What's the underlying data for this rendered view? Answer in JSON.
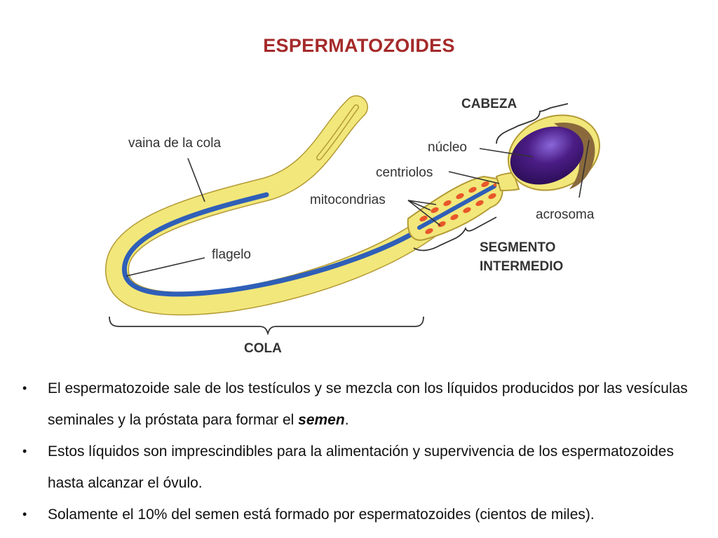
{
  "title": "ESPERMATOZOIDES",
  "diagram": {
    "labels": {
      "cabeza": "CABEZA",
      "nucleo": "núcleo",
      "centriolos": "centriolos",
      "vaina": "vaina de la cola",
      "mitocondrias": "mitocondrias",
      "acrosoma": "acrosoma",
      "flagelo": "flagelo",
      "segmento_1": "SEGMENTO",
      "segmento_2": "INTERMEDIO",
      "cola": "COLA"
    },
    "colors": {
      "tail_fill": "#f2e77a",
      "tail_outline": "#b39a35",
      "flagellum": "#2f5fb8",
      "nucleus": "#4b1d86",
      "acrosome": "#8a6a3c",
      "mitochondria": "#e8572a",
      "text": "#333333",
      "title": "#a52a2a"
    }
  },
  "bullets": [
    {
      "text_a": "El espermatozoide sale de los testículos y se mezcla con los líquidos producidos por las vesículas seminales y la próstata para formar el ",
      "emphasis": "semen",
      "text_b": "."
    },
    {
      "text_a": "Estos líquidos son imprescindibles para la alimentación y supervivencia de los espermatozoides hasta alcanzar el óvulo."
    },
    {
      "text_a": "Solamente el 10% del semen está formado por espermatozoides (cientos de miles)."
    }
  ]
}
